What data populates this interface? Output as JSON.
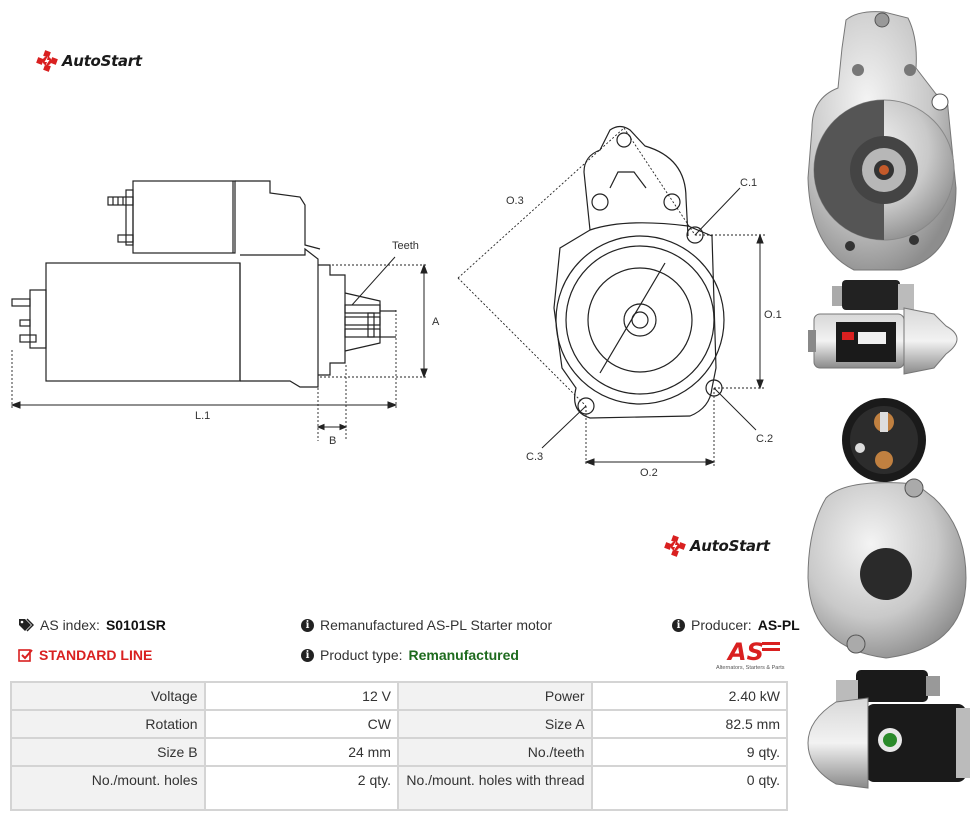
{
  "brand": {
    "logo_text": "AutoStart"
  },
  "drawing": {
    "labels": {
      "teeth": "Teeth",
      "a": "A",
      "b": "B",
      "l1": "L.1",
      "c1": "C.1",
      "c2": "C.2",
      "c3": "C.3",
      "o1": "O.1",
      "o2": "O.2",
      "o3": "O.3"
    }
  },
  "product": {
    "as_index_label": "AS index:",
    "as_index_value": "S0101SR",
    "description": "Remanufactured AS-PL Starter motor",
    "producer_label": "Producer:",
    "producer_value": "AS-PL",
    "line_label": "STANDARD LINE",
    "type_label": "Product type:",
    "type_value": "Remanufactured",
    "as_logo_text": "AS",
    "as_logo_caption": "Alternators, Starters & Parts"
  },
  "specs": [
    {
      "l1": "Voltage",
      "v1": "12 V",
      "l2": "Power",
      "v2": "2.40 kW"
    },
    {
      "l1": "Rotation",
      "v1": "CW",
      "l2": "Size A",
      "v2": "82.5 mm"
    },
    {
      "l1": "Size B",
      "v1": "24 mm",
      "l2": "No./teeth",
      "v2": "9 qty."
    },
    {
      "l1": "No./mount. holes",
      "v1": "2 qty.",
      "l2": "No./mount. holes with thread",
      "v2": "0 qty."
    }
  ],
  "colors": {
    "brand_red": "#d92020",
    "green": "#1e6b1e",
    "border": "#d4d4d4"
  }
}
